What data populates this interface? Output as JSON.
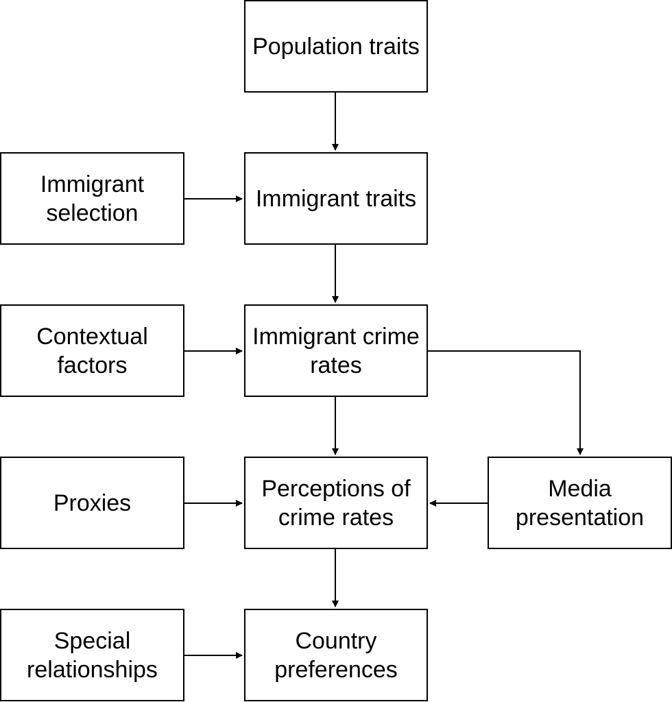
{
  "nodes": {
    "population_traits": {
      "line1": "Population traits"
    },
    "immigrant_traits": {
      "line1": "Immigrant traits"
    },
    "immigrant_selection": {
      "line1": "Immigrant",
      "line2": "selection"
    },
    "immigrant_crime_rates": {
      "line1": "Immigrant crime",
      "line2": "rates"
    },
    "contextual_factors": {
      "line1": "Contextual",
      "line2": "factors"
    },
    "perceptions_of_crime_rates": {
      "line1": "Perceptions of",
      "line2": "crime rates"
    },
    "proxies": {
      "line1": "Proxies"
    },
    "media_presentation": {
      "line1": "Media",
      "line2": "presentation"
    },
    "country_preferences": {
      "line1": "Country",
      "line2": "preferences"
    },
    "special_relationships": {
      "line1": "Special",
      "line2": "relationships"
    }
  },
  "edges": [
    {
      "from": "population_traits",
      "to": "immigrant_traits"
    },
    {
      "from": "immigrant_selection",
      "to": "immigrant_traits"
    },
    {
      "from": "immigrant_traits",
      "to": "immigrant_crime_rates"
    },
    {
      "from": "contextual_factors",
      "to": "immigrant_crime_rates"
    },
    {
      "from": "immigrant_crime_rates",
      "to": "perceptions_of_crime_rates"
    },
    {
      "from": "immigrant_crime_rates",
      "to": "media_presentation"
    },
    {
      "from": "proxies",
      "to": "perceptions_of_crime_rates"
    },
    {
      "from": "media_presentation",
      "to": "perceptions_of_crime_rates"
    },
    {
      "from": "perceptions_of_crime_rates",
      "to": "country_preferences"
    },
    {
      "from": "special_relationships",
      "to": "country_preferences"
    }
  ],
  "colors": {
    "stroke": "#000000",
    "background": "#ffffff",
    "text": "#000000"
  }
}
